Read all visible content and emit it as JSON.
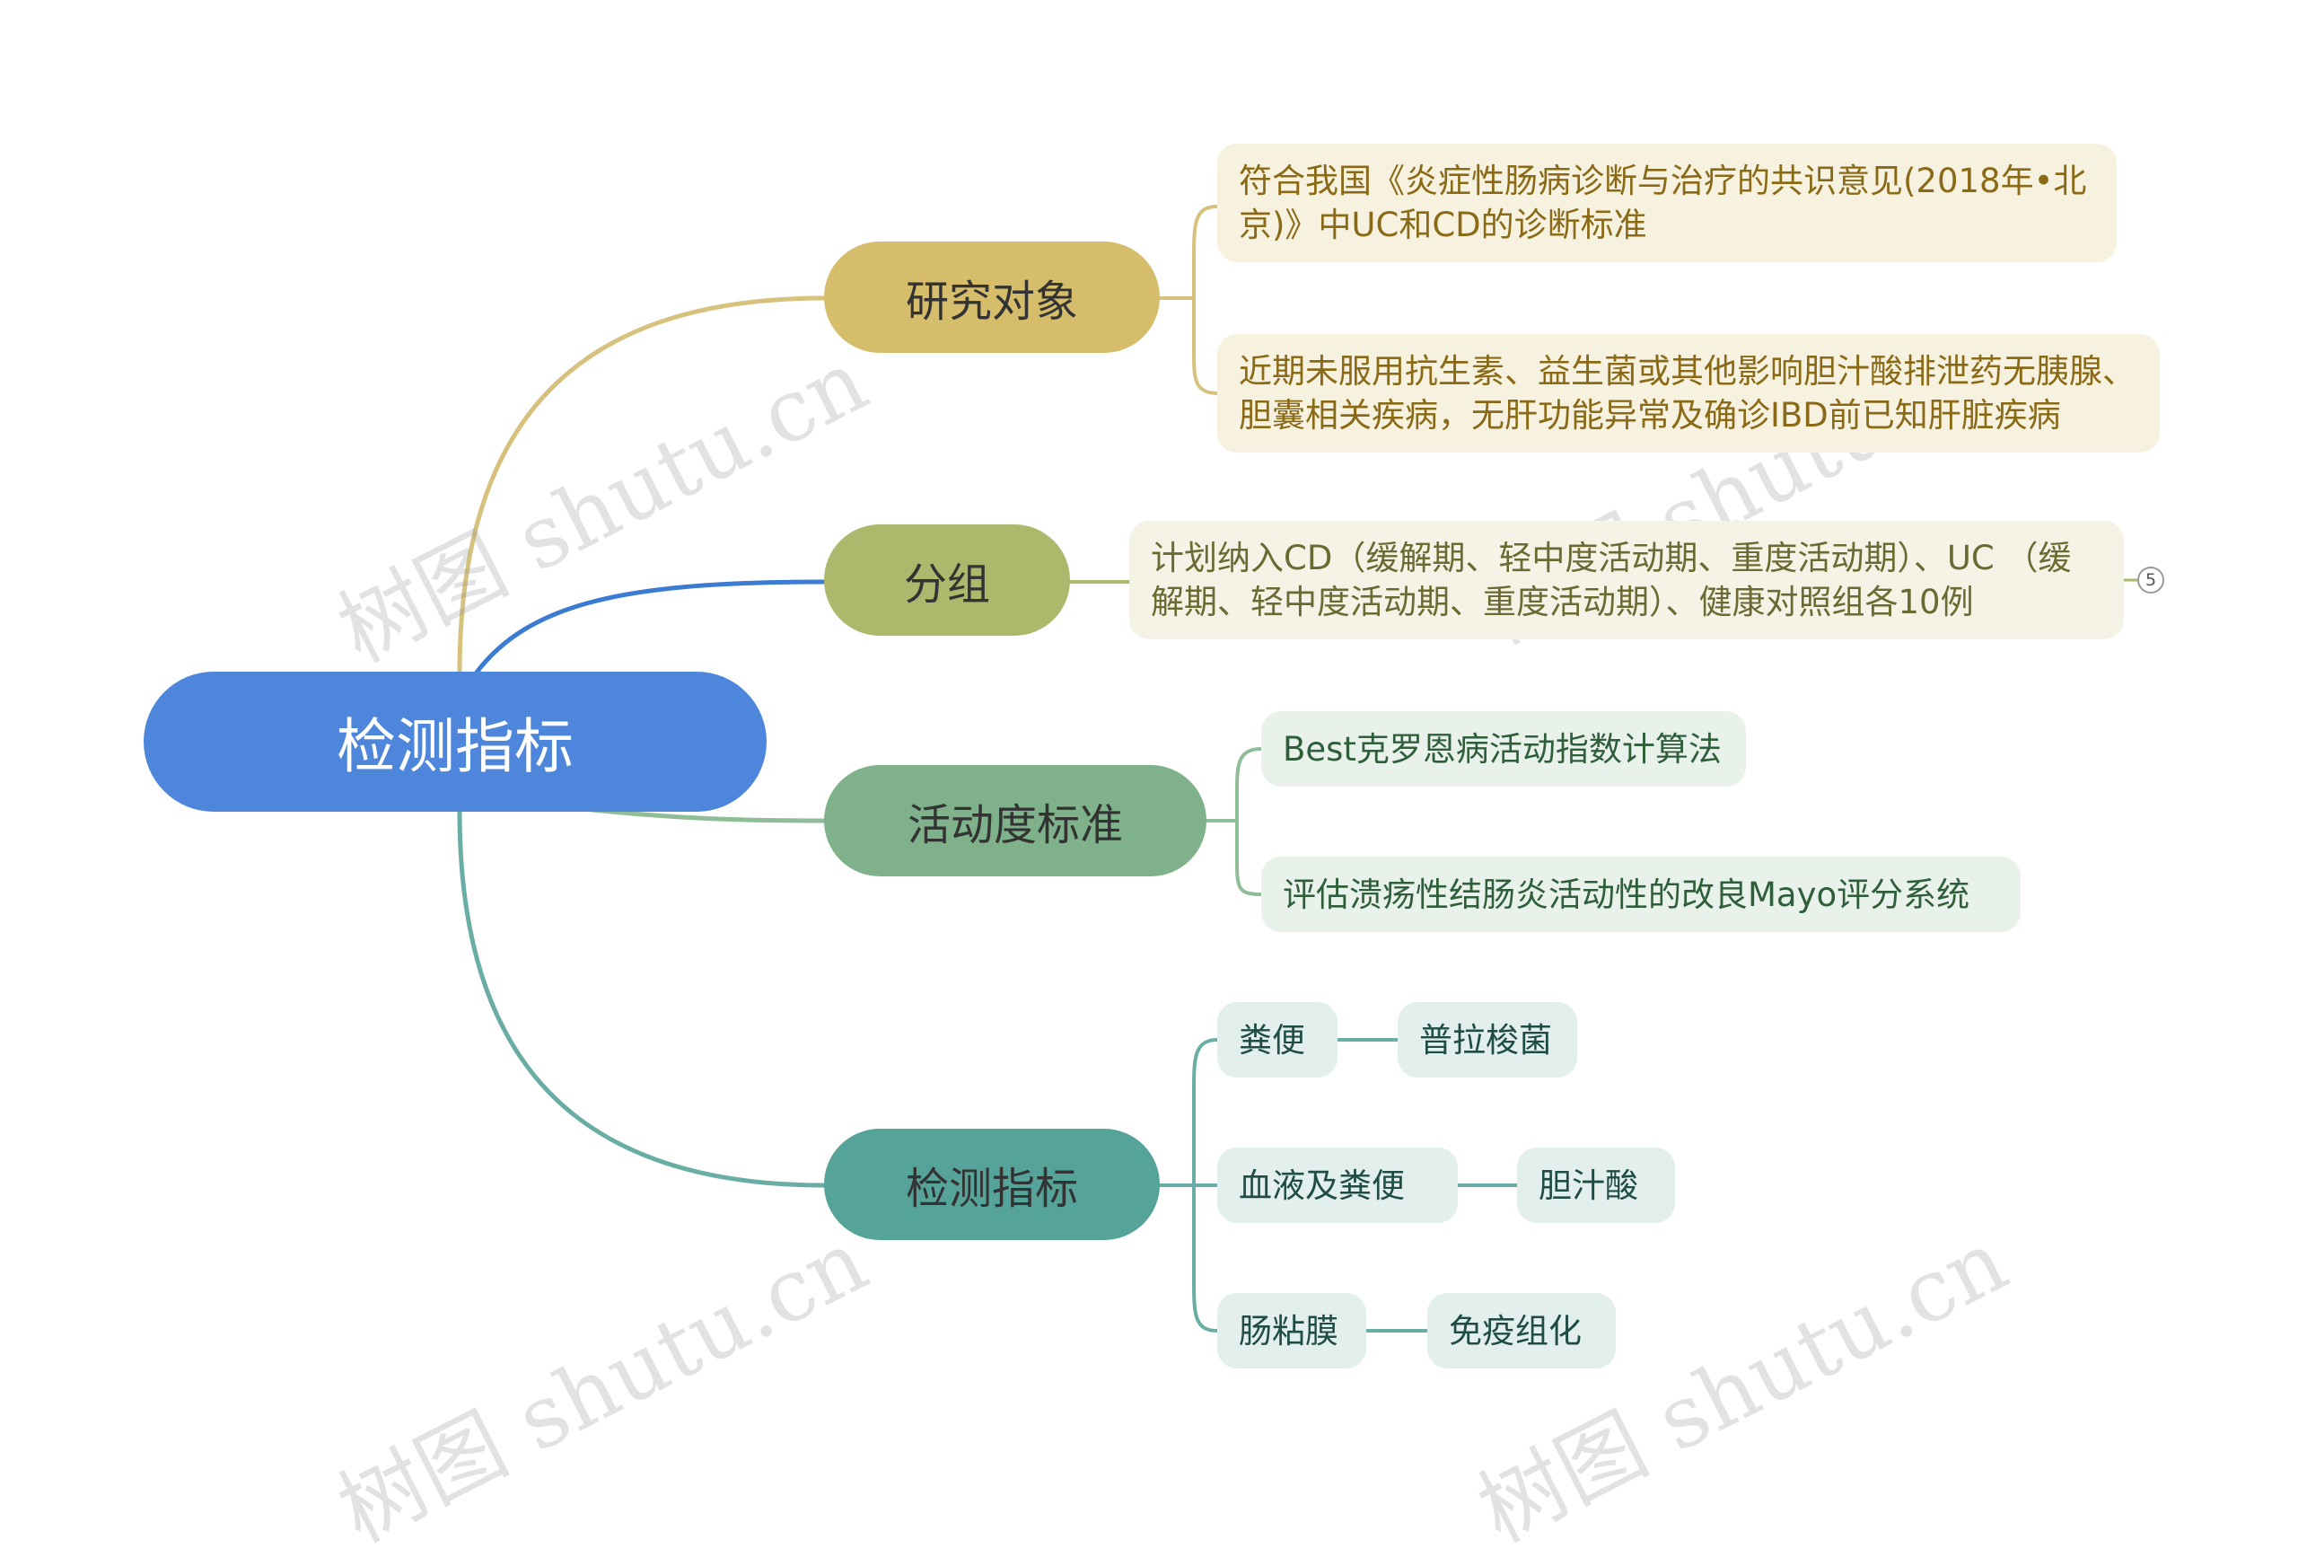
{
  "watermark": "树图 shutu.cn",
  "root": {
    "label": "检测指标"
  },
  "colors": {
    "root": "#4e86db",
    "branch1": "#d5bd6b",
    "branch1_link": "#d6c17d",
    "branch1_leaf": "#f7f2df",
    "branch1_text": "#8a6a17",
    "branch2": "#aeb86c",
    "branch2_link_root": "#3b7bd1",
    "branch2_leaf": "#f4f3e6",
    "branch2_text": "#6b6a32",
    "branch3": "#7fb28b",
    "branch3_link": "#8fbd97",
    "branch3_leaf": "#e9f2ea",
    "branch3_text": "#2f5e3b",
    "branch4": "#56a39a",
    "branch4_link": "#6aada4",
    "branch4_leaf": "#e2efed",
    "branch4_text": "#204c46"
  },
  "branches": [
    {
      "label": "研究对象",
      "children": [
        {
          "text": "符合我国《炎症性肠病诊断与治疗的共识意见(2018年•北京)》中UC和CD的诊断标准"
        },
        {
          "text": "近期未服用抗生素、益生菌或其他影响胆汁酸排泄药无胰腺、胆囊相关疾病，无肝功能异常及确诊IBD前已知肝脏疾病"
        }
      ]
    },
    {
      "label": "分组",
      "children": [
        {
          "text": "计划纳入CD（缓解期、轻中度活动期、重度活动期）、UC （缓解期、轻中度活动期、重度活动期）、健康对照组各10例",
          "collapsed_count": "5"
        }
      ]
    },
    {
      "label": "活动度标准",
      "children": [
        {
          "text": "Best克罗恩病活动指数计算法"
        },
        {
          "text": "评估溃疡性结肠炎活动性的改良Mayo评分系统"
        }
      ]
    },
    {
      "label": "检测指标",
      "children": [
        {
          "text": "粪便",
          "children": [
            {
              "text": "普拉梭菌"
            }
          ]
        },
        {
          "text": "血液及粪便",
          "children": [
            {
              "text": "胆汁酸"
            }
          ]
        },
        {
          "text": "肠粘膜",
          "children": [
            {
              "text": "免疫组化"
            }
          ]
        }
      ]
    }
  ]
}
